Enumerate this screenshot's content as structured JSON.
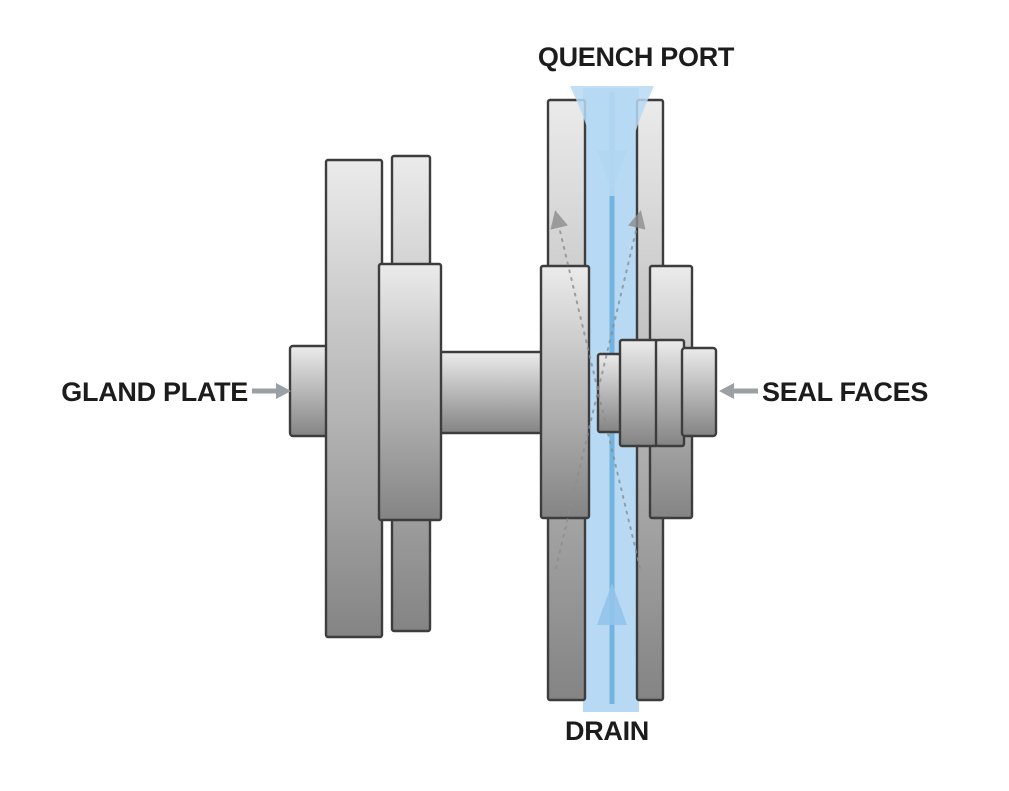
{
  "diagram": {
    "labels": {
      "quench_port": "QUENCH PORT",
      "gland_plate": "GLAND PLATE",
      "seal_faces": "SEAL FACES",
      "drain": "DRAIN"
    },
    "colors": {
      "background": "#ffffff",
      "label_text": "#1c1c1c",
      "metal_light": "#ebebeb",
      "metal_mid": "#bdbdbd",
      "metal_dark": "#848484",
      "metal_outline": "#3d3d3d",
      "quench_fluid": "#b7d9f3",
      "flow_line": "#6aaede",
      "flow_arrow": "#92c3ea",
      "pointer_arrow": "#9aa0a4",
      "leak_path": "#8d8d8d"
    }
  }
}
